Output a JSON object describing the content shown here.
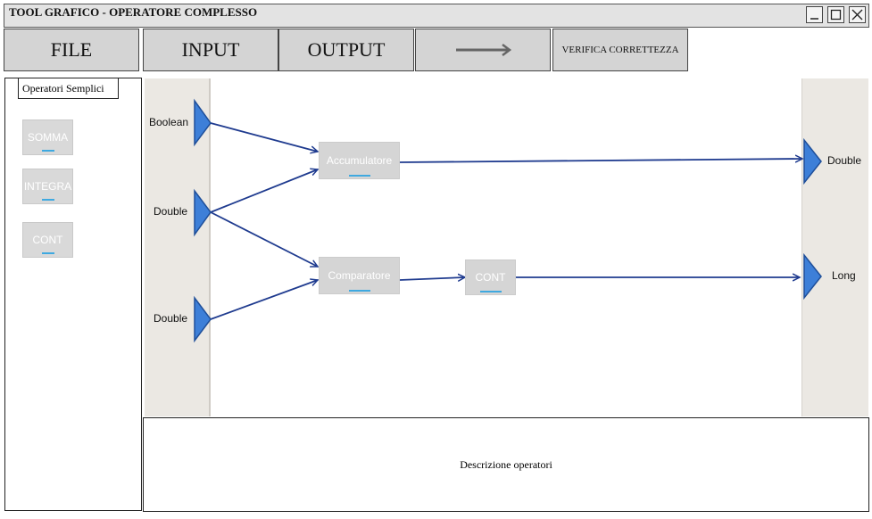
{
  "window": {
    "title": "TOOL GRAFICO - OPERATORE COMPLESSO",
    "controls": [
      "minimize",
      "maximize",
      "close"
    ]
  },
  "menu": {
    "file": "FILE",
    "input": "INPUT",
    "output": "OUTPUT",
    "arrow_icon": "arrow-right-icon",
    "verify": "VERIFICA CORRETTEZZA"
  },
  "palette": {
    "title": "Operatori Semplici",
    "items": [
      "SOMMA",
      "INTEGRA",
      "CONT"
    ]
  },
  "diagram": {
    "inputs": [
      "Boolean",
      "Double",
      "Double"
    ],
    "blocks": {
      "accumulatore": "Accumulatore",
      "comparatore": "Comparatore",
      "cont": "CONT"
    },
    "outputs": [
      "Double",
      "Long"
    ],
    "colors": {
      "port_fill": "#3d7fd8",
      "port_stroke": "#1f4f9a",
      "wire": "#1f3b8f",
      "block": "#d5d5d5",
      "block_underline": "#3fa9e0",
      "port_column": "#ebe8e3"
    }
  },
  "description": "Descrizione operatori"
}
